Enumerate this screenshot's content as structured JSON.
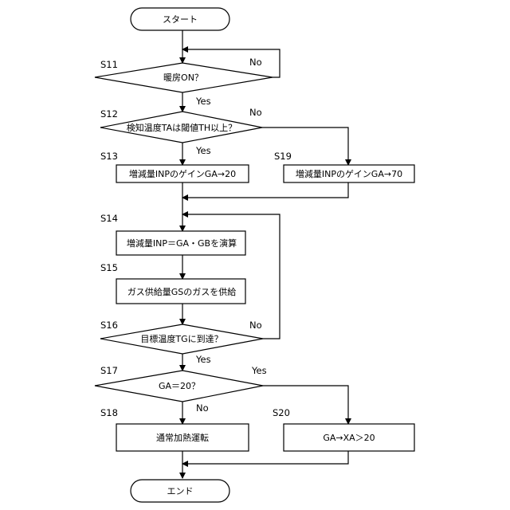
{
  "nodes": {
    "start": "スタート",
    "s11": "暖房ON？",
    "s12": "検知温度TAは閾値TH以上？",
    "s13": "増減量INPのゲインGA→20",
    "s19": "増減量INPのゲインGA→70",
    "s14": "増減量INP＝GA・GBを演算",
    "s15": "ガス供給量GSのガスを供給",
    "s16": "目標温度TGに到達？",
    "s17": "GA＝20？",
    "s18": "通常加熱運転",
    "s20": "GA→XA＞20",
    "end": "エンド"
  },
  "steps": {
    "s11": "S11",
    "s12": "S12",
    "s13": "S13",
    "s14": "S14",
    "s15": "S15",
    "s16": "S16",
    "s17": "S17",
    "s18": "S18",
    "s19": "S19",
    "s20": "S20"
  },
  "branches": {
    "s11_no": "No",
    "s11_yes": "Yes",
    "s12_no": "No",
    "s12_yes": "Yes",
    "s16_no": "No",
    "s16_yes": "Yes",
    "s17_yes": "Yes",
    "s17_no": "No"
  }
}
